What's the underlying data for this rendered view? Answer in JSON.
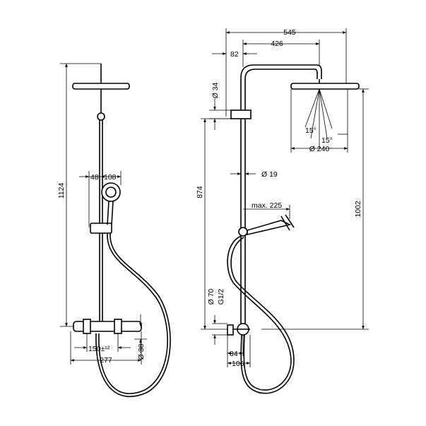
{
  "front_view": {
    "height_total": "1124",
    "offset_left": "48",
    "offset_right": "108",
    "spacing": "150±¹²",
    "width": "277",
    "diameter_hose": "Ø 38"
  },
  "side_view": {
    "width_total": "545",
    "arm_length": "426",
    "wall_offset": "82",
    "tube_diameter_top": "Ø 34",
    "head_diameter": "Ø 240",
    "angle_left": "15°",
    "angle_right": "15°",
    "rod_diameter": "Ø 19",
    "max_reach": "max. 225",
    "height_874": "874",
    "height_1002": "1002",
    "diameter_70": "Ø 70",
    "thread": "G1/2",
    "depth_84": "84",
    "depth_106": "106"
  },
  "colors": {
    "lines": "#000000",
    "background": "#ffffff"
  }
}
